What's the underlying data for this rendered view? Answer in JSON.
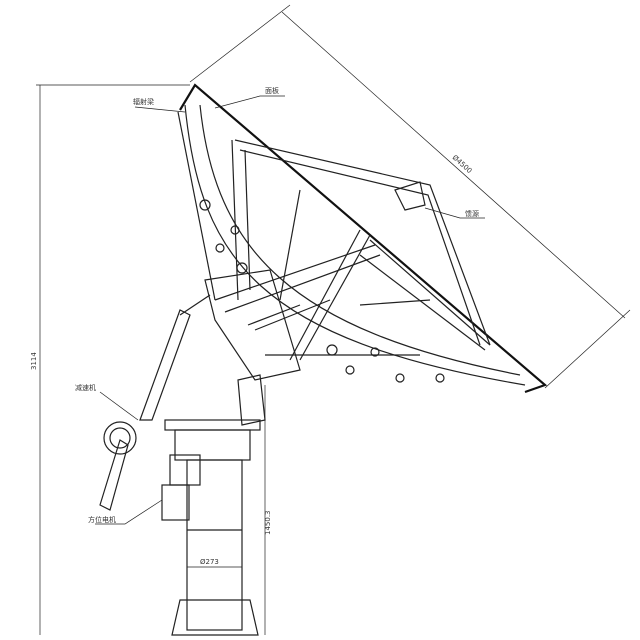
{
  "labels": {
    "feed_beam": "辐射梁",
    "panel": "面板",
    "dish_diameter": "Ø4500",
    "feed": "馈源",
    "reducer": "减速机",
    "azimuth_motor": "方位电机"
  },
  "dimensions": {
    "total_height": "3114",
    "pedestal_height": "1450.3",
    "pedestal_diameter": "Ø273"
  }
}
